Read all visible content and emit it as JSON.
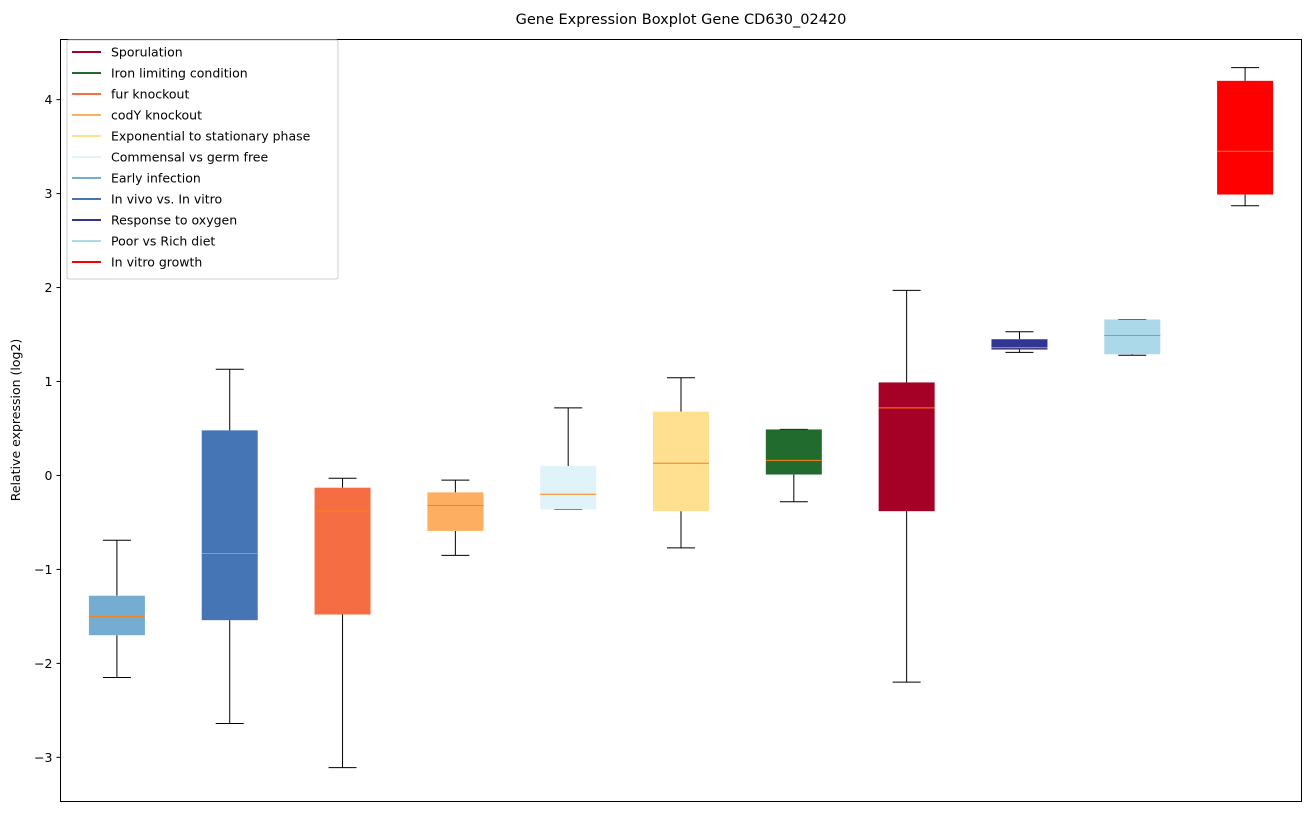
{
  "chart_data": {
    "type": "boxplot",
    "title": "Gene Expression Boxplot Gene CD630_02420",
    "xlabel": "",
    "ylabel": "Relative expression (log2)",
    "ylim": [
      -3.47,
      4.64
    ],
    "yticks": [
      -3,
      -2,
      -1,
      0,
      1,
      2,
      3,
      4
    ],
    "ytick_labels": [
      "−3",
      "−2",
      "−1",
      "0",
      "1",
      "2",
      "3",
      "4"
    ],
    "grid": false,
    "legend_position": "top-left",
    "median_color": "#ff7f0e",
    "legend": [
      {
        "label": "Sporulation",
        "color": "#a50026"
      },
      {
        "label": "Iron limiting condition",
        "color": "#226b2f"
      },
      {
        "label": "fur knockout",
        "color": "#f46d43"
      },
      {
        "label": "codY knockout",
        "color": "#fdae61"
      },
      {
        "label": "Exponential to stationary phase",
        "color": "#fee090"
      },
      {
        "label": "Commensal vs germ free",
        "color": "#e0f3f8"
      },
      {
        "label": "Early infection",
        "color": "#74add1"
      },
      {
        "label": "In vivo vs. In vitro",
        "color": "#4575b4"
      },
      {
        "label": "Response to oxygen",
        "color": "#313695"
      },
      {
        "label": "Poor vs Rich diet",
        "color": "#abd9e9"
      },
      {
        "label": "In vitro growth",
        "color": "#ff0000"
      }
    ],
    "boxes": [
      {
        "name": "Early infection",
        "color": "#74add1",
        "whisker_low": -2.15,
        "q1": -1.7,
        "median": -1.5,
        "q3": -1.28,
        "whisker_high": -0.69
      },
      {
        "name": "In vivo vs. In vitro",
        "color": "#4575b4",
        "whisker_low": -2.64,
        "q1": -1.54,
        "median": -0.83,
        "q3": 0.48,
        "whisker_high": 1.13
      },
      {
        "name": "fur knockout",
        "color": "#f46d43",
        "whisker_low": -3.11,
        "q1": -1.48,
        "median": -0.38,
        "q3": -0.13,
        "whisker_high": -0.03
      },
      {
        "name": "codY knockout",
        "color": "#fdae61",
        "whisker_low": -0.85,
        "q1": -0.59,
        "median": -0.32,
        "q3": -0.18,
        "whisker_high": -0.05
      },
      {
        "name": "Commensal vs germ free",
        "color": "#e0f3f8",
        "whisker_low": -0.36,
        "q1": -0.36,
        "median": -0.2,
        "q3": 0.1,
        "whisker_high": 0.72
      },
      {
        "name": "Exponential to stationary phase",
        "color": "#fee090",
        "whisker_low": -0.77,
        "q1": -0.38,
        "median": 0.13,
        "q3": 0.68,
        "whisker_high": 1.04
      },
      {
        "name": "Iron limiting condition",
        "color": "#226b2f",
        "whisker_low": -0.28,
        "q1": 0.01,
        "median": 0.16,
        "q3": 0.49,
        "whisker_high": 0.49
      },
      {
        "name": "Sporulation",
        "color": "#a50026",
        "whisker_low": -2.2,
        "q1": -0.38,
        "median": 0.72,
        "q3": 0.99,
        "whisker_high": 1.97
      },
      {
        "name": "Response to oxygen",
        "color": "#313695",
        "whisker_low": 1.31,
        "q1": 1.34,
        "median": 1.36,
        "q3": 1.45,
        "whisker_high": 1.53
      },
      {
        "name": "Poor vs Rich diet",
        "color": "#abd9e9",
        "whisker_low": 1.28,
        "q1": 1.29,
        "median": 1.49,
        "q3": 1.66,
        "whisker_high": 1.66
      },
      {
        "name": "In vitro growth",
        "color": "#ff0000",
        "whisker_low": 2.87,
        "q1": 2.99,
        "median": 3.45,
        "q3": 4.2,
        "whisker_high": 4.34
      }
    ]
  }
}
